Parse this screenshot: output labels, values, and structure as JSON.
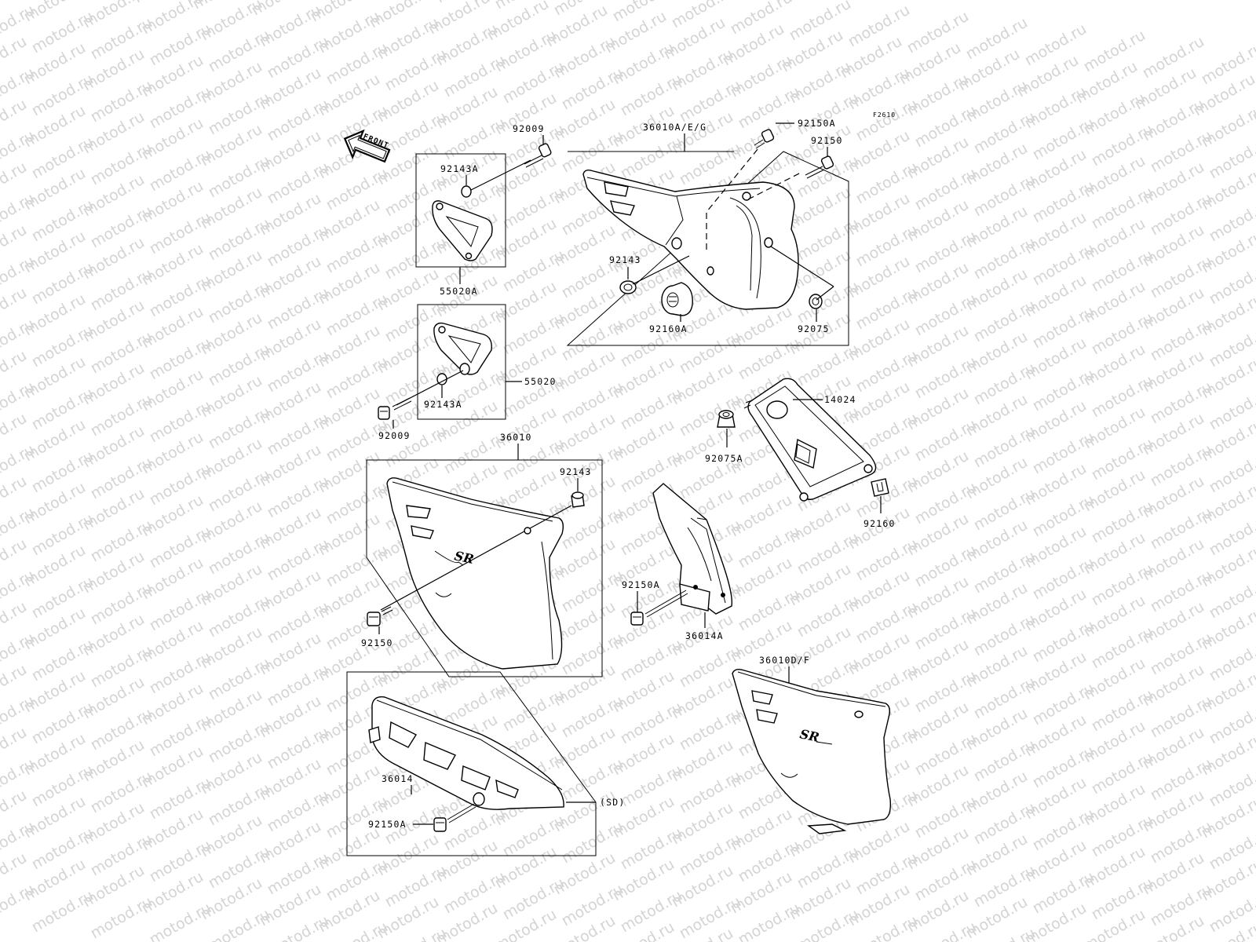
{
  "diagram": {
    "code": "F2610",
    "watermark": "motod.ru",
    "front_label": "FRONT",
    "sd_label": "(SD)",
    "part_labels": {
      "p_36010AEG": "36010A/E/G",
      "p_92150A_top": "92150A",
      "p_92150_top": "92150",
      "p_92009_top": "92009",
      "p_92143A_top": "92143A",
      "p_55020A": "55020A",
      "p_92143_top": "92143",
      "p_92160A": "92160A",
      "p_92075": "92075",
      "p_55020": "55020",
      "p_92143A_mid": "92143A",
      "p_92009_mid": "92009",
      "p_14024": "14024",
      "p_92075A": "92075A",
      "p_92160": "92160",
      "p_36010": "36010",
      "p_92143_mid": "92143",
      "p_92150_mid": "92150",
      "p_92150A_mid": "92150A",
      "p_36014A": "36014A",
      "p_36010DF": "36010D/F",
      "p_36014": "36014",
      "p_92150A_bot": "92150A"
    }
  }
}
